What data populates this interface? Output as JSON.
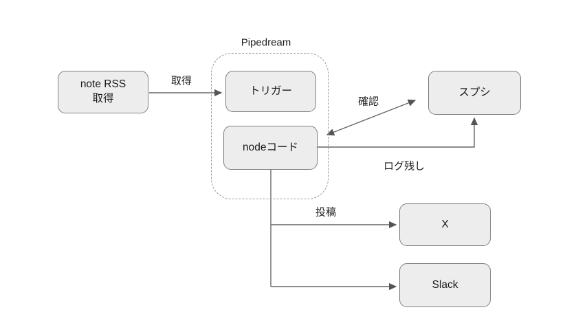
{
  "diagram": {
    "title": "Pipedream",
    "group": {
      "label": "Pipedream",
      "children": [
        "trigger",
        "node_code"
      ]
    },
    "nodes": {
      "note_rss": {
        "label": "note RSS\n取得"
      },
      "trigger": {
        "label": "トリガー"
      },
      "node_code": {
        "label": "nodeコード"
      },
      "spreadsheet": {
        "label": "スプシ"
      },
      "x": {
        "label": "X"
      },
      "slack": {
        "label": "Slack"
      }
    },
    "edges": [
      {
        "from": "note_rss",
        "to": "trigger",
        "label": "取得",
        "arrow": "single"
      },
      {
        "from": "node_code",
        "to": "spreadsheet",
        "label": "確認",
        "arrow": "double"
      },
      {
        "from": "node_code",
        "to": "spreadsheet",
        "label": "ログ残し",
        "arrow": "single"
      },
      {
        "from": "node_code",
        "to": "x",
        "label": "投稿",
        "arrow": "single"
      },
      {
        "from": "node_code",
        "to": "slack",
        "label": "",
        "arrow": "single"
      }
    ],
    "edge_labels": {
      "fetch": "取得",
      "confirm": "確認",
      "log": "ログ残し",
      "post": "投稿"
    },
    "colors": {
      "background": "#ffffff",
      "node_fill": "#ededed",
      "node_border": "#7f7f7f",
      "line": "#666666",
      "dashed_border": "#999999",
      "text": "#1a1a1a"
    }
  }
}
